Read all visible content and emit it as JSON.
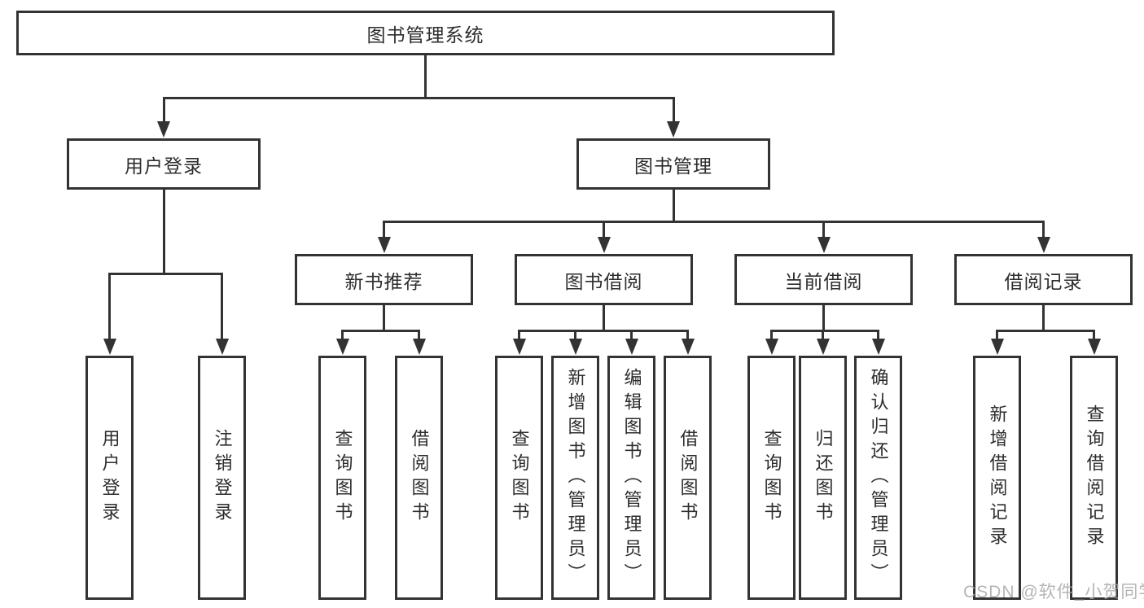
{
  "diagram": {
    "title": "图书管理系统",
    "root": "图书管理系统",
    "level2": [
      "用户登录",
      "图书管理"
    ],
    "level3": [
      "新书推荐",
      "图书借阅",
      "当前借阅",
      "借阅记录"
    ],
    "leaves": [
      "用户登录",
      "注销登录",
      "查询图书",
      "借阅图书",
      "查询图书",
      "新增图书（管理员）",
      "编辑图书（管理员）",
      "借阅图书",
      "查询图书",
      "归还图书",
      "确认归还（管理员）",
      "新增借阅记录",
      "查询借阅记录"
    ]
  },
  "watermark": "CSDN @软件_小贺同学",
  "colors": {
    "line": "#333333",
    "text": "#2d2d2d",
    "watermark": "#a9a9a9",
    "background": "#ffffff"
  }
}
